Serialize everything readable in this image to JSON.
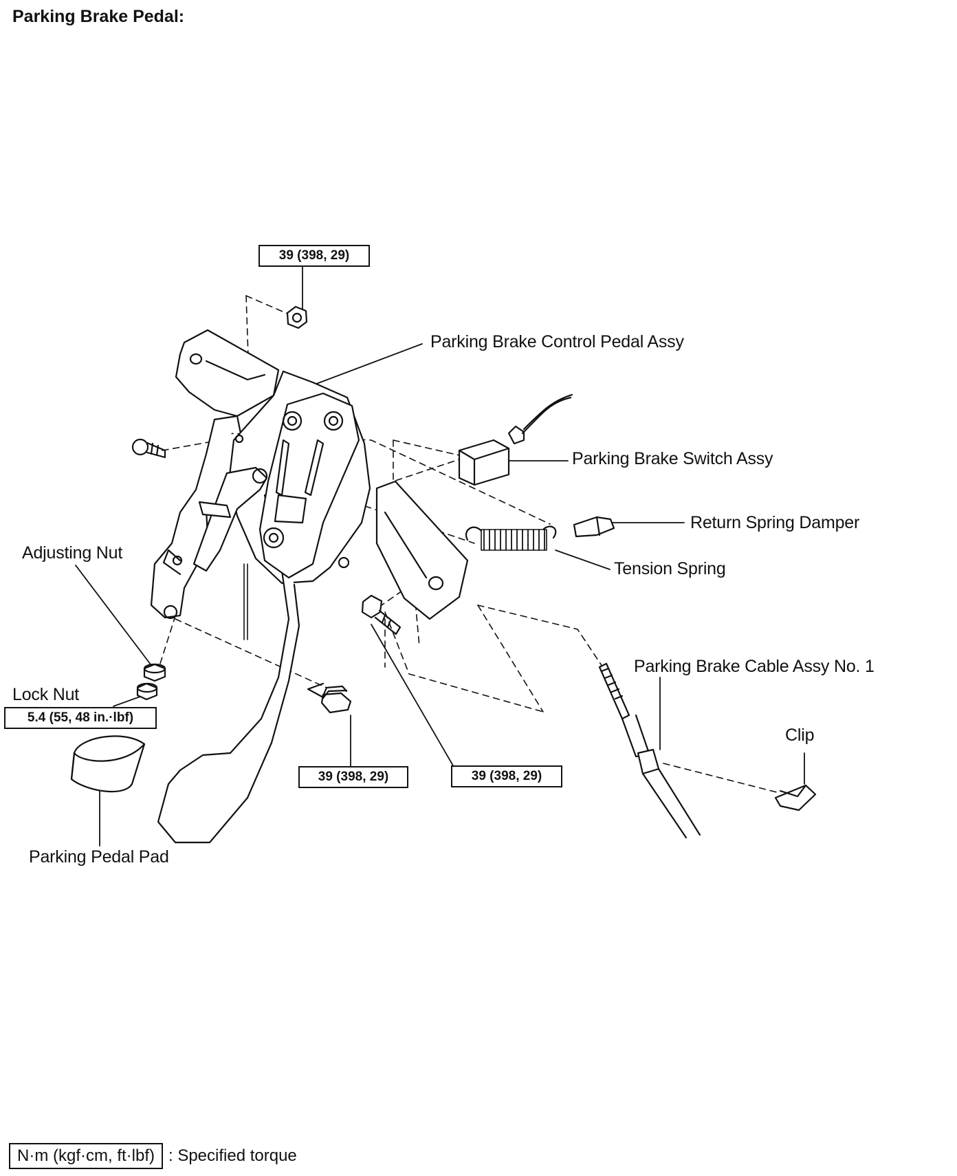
{
  "title": "Parking Brake Pedal:",
  "labels": {
    "control_pedal_assy": "Parking Brake Control Pedal Assy",
    "switch_assy": "Parking Brake Switch Assy",
    "return_spring_damper": "Return Spring Damper",
    "tension_spring": "Tension Spring",
    "adjusting_nut": "Adjusting Nut",
    "lock_nut": "Lock Nut",
    "cable_assy": "Parking Brake Cable Assy No. 1",
    "clip": "Clip",
    "pedal_pad": "Parking Pedal Pad"
  },
  "torques": {
    "top_nut": "39 (398, 29)",
    "lock_nut": "5.4 (55, 48 in.·lbf)",
    "lower_bolt": "39 (398, 29)",
    "bracket_bolt": "39 (398, 29)"
  },
  "legend": {
    "unit": "N·m (kgf·cm, ft·lbf)",
    "text": ": Specified torque"
  }
}
